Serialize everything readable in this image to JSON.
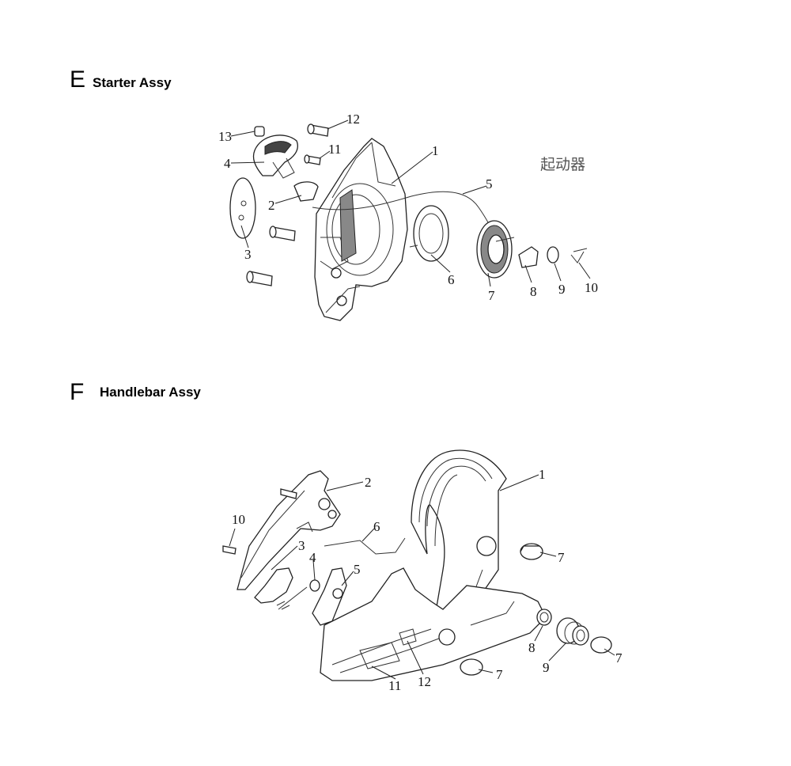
{
  "sections": [
    {
      "letter": "E",
      "title": "Starter Assy",
      "note": "起动器",
      "callouts": [
        "1",
        "2",
        "3",
        "4",
        "5",
        "6",
        "7",
        "8",
        "9",
        "10",
        "11",
        "12",
        "13"
      ]
    },
    {
      "letter": "F",
      "title": "Handlebar Assy",
      "callouts": [
        "1",
        "2",
        "3",
        "4",
        "5",
        "6",
        "7",
        "7",
        "7",
        "8",
        "9",
        "10",
        "11",
        "12"
      ]
    }
  ]
}
